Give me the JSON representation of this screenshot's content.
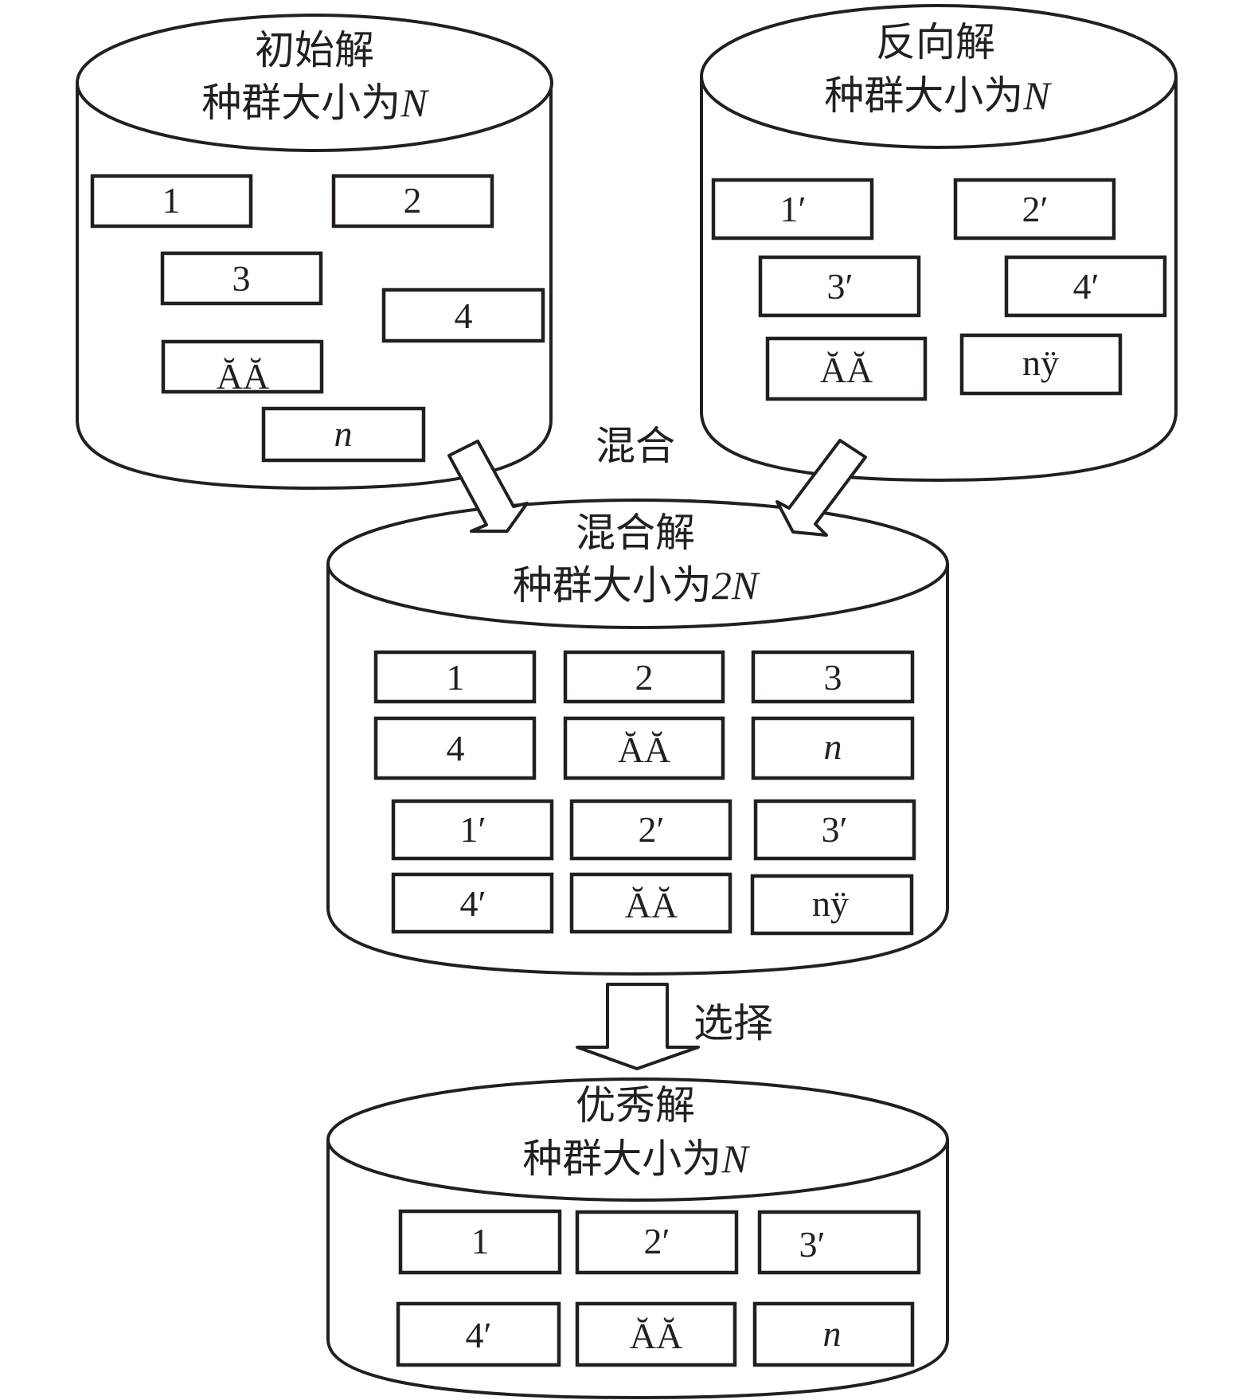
{
  "figure": {
    "mix_label": "混合",
    "select_label": "选择",
    "stroke_color": "#231f20",
    "background_color": "#ffffff"
  },
  "cylinders": {
    "initial": {
      "title": "初始解",
      "size_prefix": "种群大小为",
      "size_value": "N",
      "items": [
        "1",
        "2",
        "3",
        "4",
        "ĂĂ",
        "n"
      ]
    },
    "opposite": {
      "title": "反向解",
      "size_prefix": "种群大小为",
      "size_value": "N",
      "items": [
        "1′",
        "2′",
        "3′",
        "4′",
        "ĂĂ",
        "nÿ"
      ]
    },
    "mixed": {
      "title": "混合解",
      "size_prefix": "种群大小为",
      "size_value": "2N",
      "items": [
        "1",
        "2",
        "3",
        "4",
        "ĂĂ",
        "n",
        "1′",
        "2′",
        "3′",
        "4′",
        "ĂĂ",
        "nÿ"
      ]
    },
    "elite": {
      "title": "优秀解",
      "size_prefix": "种群大小为",
      "size_value": "N",
      "items": [
        "1",
        "2′",
        "3′",
        "4′",
        "ĂĂ",
        "n"
      ]
    }
  }
}
